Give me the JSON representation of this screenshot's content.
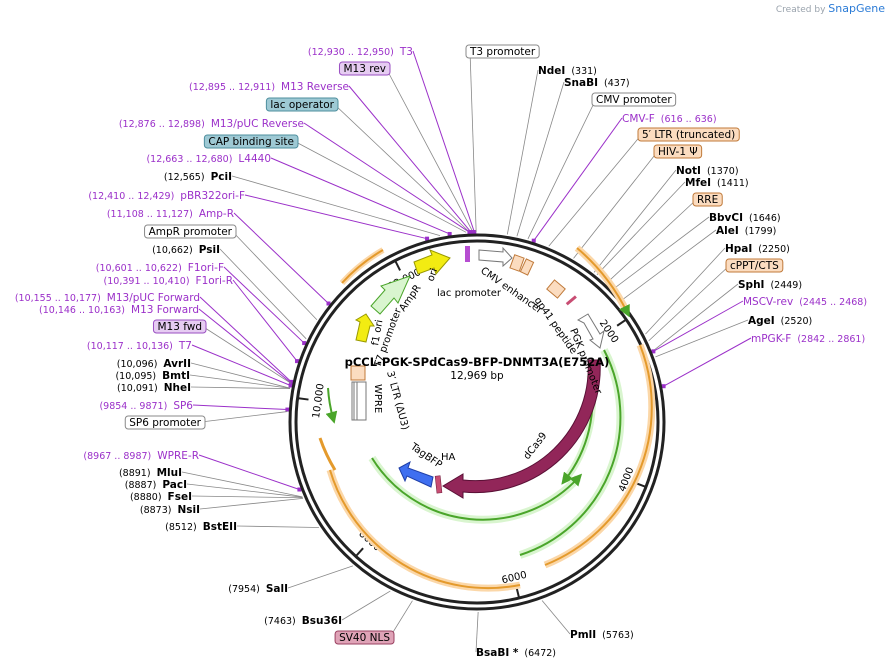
{
  "credit": {
    "prefix": "Created by",
    "brand": "SnapGene"
  },
  "plasmid": {
    "name": "pCCL-PGK-SPdCas9-BFP-DNMT3A(E752A)",
    "length_label": "12,969 bp",
    "length": 12969
  },
  "scale_ticks": [
    {
      "label": "2000",
      "pos": 2000
    },
    {
      "label": "4000",
      "pos": 4000
    },
    {
      "label": "6000",
      "pos": 6000
    },
    {
      "label": "8000",
      "pos": 8000
    },
    {
      "label": "10,000",
      "pos": 10000
    },
    {
      "label": "12,000",
      "pos": 12000
    }
  ],
  "labels": [
    {
      "id": "t3",
      "kind": "primer",
      "coord": "(12,930 .. 12,950)",
      "name": "T3",
      "pos": 12940
    },
    {
      "id": "m13rev",
      "kind": "feature",
      "name": "M13 rev",
      "fill": "#e6ccf2",
      "stroke": "#9a4fc2",
      "pos": 12925
    },
    {
      "id": "m13reverse",
      "kind": "primer",
      "coord": "(12,895 .. 12,911)",
      "name": "M13 Reverse",
      "pos": 12903
    },
    {
      "id": "lacop",
      "kind": "feature",
      "name": "lac operator",
      "fill": "#9ec9d4",
      "stroke": "#4e8f9e",
      "pos": 12888
    },
    {
      "id": "m13puc",
      "kind": "primer",
      "coord": "(12,876 .. 12,898)",
      "name": "M13/pUC Reverse",
      "pos": 12887
    },
    {
      "id": "cap",
      "kind": "feature",
      "name": "CAP binding site",
      "fill": "#9ec9d4",
      "stroke": "#4e8f9e",
      "pos": 12850
    },
    {
      "id": "l4440",
      "kind": "primer",
      "coord": "(12,663 .. 12,680)",
      "name": "L4440",
      "pos": 12671
    },
    {
      "id": "pcii",
      "kind": "enzyme",
      "coord": "(12,565)",
      "name": "PciI",
      "pos": 12565
    },
    {
      "id": "pbr",
      "kind": "primer",
      "coord": "(12,410 .. 12,429)",
      "name": "pBR322ori-F",
      "pos": 12420
    },
    {
      "id": "ampr",
      "kind": "primer",
      "coord": "(11,108 .. 11,127)",
      "name": "Amp-R",
      "pos": 11117
    },
    {
      "id": "amprprom",
      "kind": "feature",
      "name": "AmpR promoter",
      "fill": "#ffffff",
      "stroke": "#888888",
      "pos": 10900
    },
    {
      "id": "psii",
      "kind": "enzyme",
      "coord": "(10,662)",
      "name": "PsiI",
      "pos": 10662
    },
    {
      "id": "f1orif",
      "kind": "primer",
      "coord": "(10,601 .. 10,622)",
      "name": "F1ori-F",
      "pos": 10611
    },
    {
      "id": "f1orir",
      "kind": "primer",
      "coord": "(10,391 .. 10,410)",
      "name": "F1ori-R",
      "pos": 10400
    },
    {
      "id": "m13pucf",
      "kind": "primer",
      "coord": "(10,155 .. 10,177)",
      "name": "M13/pUC Forward",
      "pos": 10166
    },
    {
      "id": "m13f",
      "kind": "primer",
      "coord": "(10,146 .. 10,163)",
      "name": "M13 Forward",
      "pos": 10155
    },
    {
      "id": "m13fwd",
      "kind": "feature",
      "name": "M13 fwd",
      "fill": "#e6ccf2",
      "stroke": "#9a4fc2",
      "pos": 10150
    },
    {
      "id": "t7",
      "kind": "primer",
      "coord": "(10,117 .. 10,136)",
      "name": "T7",
      "pos": 10126
    },
    {
      "id": "avrii",
      "kind": "enzyme",
      "coord": "(10,096)",
      "name": "AvrII",
      "pos": 10096
    },
    {
      "id": "bmti",
      "kind": "enzyme",
      "coord": "(10,095)",
      "name": "BmtI",
      "pos": 10095
    },
    {
      "id": "nhei",
      "kind": "enzyme",
      "coord": "(10,091)",
      "name": "NheI",
      "pos": 10091
    },
    {
      "id": "sp6",
      "kind": "primer",
      "coord": "(9854 .. 9871)",
      "name": "SP6",
      "pos": 9862
    },
    {
      "id": "sp6prom",
      "kind": "feature",
      "name": "SP6 promoter",
      "fill": "#ffffff",
      "stroke": "#888888",
      "pos": 9840
    },
    {
      "id": "wprer",
      "kind": "primer",
      "coord": "(8967 .. 8987)",
      "name": "WPRE-R",
      "pos": 8977
    },
    {
      "id": "mlui",
      "kind": "enzyme",
      "coord": "(8891)",
      "name": "MluI",
      "pos": 8891
    },
    {
      "id": "paci",
      "kind": "enzyme",
      "coord": "(8887)",
      "name": "PacI",
      "pos": 8887
    },
    {
      "id": "fsei",
      "kind": "enzyme",
      "coord": "(8880)",
      "name": "FseI",
      "pos": 8880
    },
    {
      "id": "nsii",
      "kind": "enzyme",
      "coord": "(8873)",
      "name": "NsiI",
      "pos": 8873
    },
    {
      "id": "bsteii",
      "kind": "enzyme",
      "coord": "(8512)",
      "name": "BstEII",
      "pos": 8512
    },
    {
      "id": "sali",
      "kind": "enzyme",
      "coord": "(7954)",
      "name": "SalI",
      "pos": 7954
    },
    {
      "id": "bsu36i",
      "kind": "enzyme",
      "coord": "(7463)",
      "name": "Bsu36I",
      "pos": 7463
    },
    {
      "id": "sv40",
      "kind": "feature",
      "name": "SV40 NLS",
      "fill": "#dfa3b7",
      "stroke": "#9a4060",
      "pos": 7200
    },
    {
      "id": "bsabi",
      "kind": "enzyme",
      "coord": "(6472)",
      "name": "BsaBI *",
      "pos": 6472
    },
    {
      "id": "pmli",
      "kind": "enzyme",
      "coord": "(5763)",
      "name": "PmlI",
      "pos": 5763
    },
    {
      "id": "t3prom",
      "kind": "feature",
      "name": "T3 promoter",
      "fill": "#ffffff",
      "stroke": "#888888",
      "pos": 12960
    },
    {
      "id": "ndei",
      "kind": "enzyme",
      "coord": "(331)",
      "name": "NdeI",
      "pos": 331
    },
    {
      "id": "snabi",
      "kind": "enzyme",
      "coord": "(437)",
      "name": "SnaBI",
      "pos": 437
    },
    {
      "id": "cmvprom",
      "kind": "feature",
      "name": "CMV promoter",
      "fill": "#ffffff",
      "stroke": "#888888",
      "pos": 560
    },
    {
      "id": "cmvf",
      "kind": "primer",
      "coord": "(616 .. 636)",
      "name": "CMV-F",
      "pos": 626
    },
    {
      "id": "ltr5",
      "kind": "feature",
      "name": "5′ LTR (truncated)",
      "fill": "#fbdcc0",
      "stroke": "#c07a3a",
      "pos": 800
    },
    {
      "id": "hiv",
      "kind": "feature",
      "name": "HIV-1 Ψ",
      "fill": "#fbdcc0",
      "stroke": "#c07a3a",
      "pos": 1100
    },
    {
      "id": "noti",
      "kind": "enzyme",
      "coord": "(1370)",
      "name": "NotI",
      "pos": 1370
    },
    {
      "id": "mfei",
      "kind": "enzyme",
      "coord": "(1411)",
      "name": "MfeI",
      "pos": 1411
    },
    {
      "id": "rre",
      "kind": "feature",
      "name": "RRE",
      "fill": "#fbdcc0",
      "stroke": "#c07a3a",
      "pos": 1550
    },
    {
      "id": "bbvci",
      "kind": "enzyme",
      "coord": "(1646)",
      "name": "BbvCI",
      "pos": 1646
    },
    {
      "id": "alei",
      "kind": "enzyme",
      "coord": "(1799)",
      "name": "AleI",
      "pos": 1799
    },
    {
      "id": "hpai",
      "kind": "enzyme",
      "coord": "(2250)",
      "name": "HpaI",
      "pos": 2250
    },
    {
      "id": "cppt",
      "kind": "feature",
      "name": "cPPT/CTS",
      "fill": "#fbdcc0",
      "stroke": "#c07a3a",
      "pos": 2330
    },
    {
      "id": "sphi",
      "kind": "enzyme",
      "coord": "(2449)",
      "name": "SphI",
      "pos": 2449
    },
    {
      "id": "msvc",
      "kind": "primer",
      "coord": "(2445 .. 2468)",
      "name": "MSCV-rev",
      "pos": 2456
    },
    {
      "id": "agei",
      "kind": "enzyme",
      "coord": "(2520)",
      "name": "AgeI",
      "pos": 2520
    },
    {
      "id": "mpgk",
      "kind": "primer",
      "coord": "(2842 .. 2861)",
      "name": "mPGK-F",
      "pos": 2851
    }
  ],
  "inner_labels": [
    {
      "id": "ori",
      "text": "ori"
    },
    {
      "id": "lacprom",
      "text": "lac promoter"
    },
    {
      "id": "cmvenh",
      "text": "CMV enhancer"
    },
    {
      "id": "gp41",
      "text": "gp41 peptide"
    },
    {
      "id": "pgkprom",
      "text": "PGK promoter"
    },
    {
      "id": "dcas9",
      "text": "dCas9"
    },
    {
      "id": "ha",
      "text": "HA"
    },
    {
      "id": "tagbfp",
      "text": "TagBFP"
    },
    {
      "id": "wpre",
      "text": "WPRE"
    },
    {
      "id": "ltr3",
      "text": "3′ LTR (ΔU3)"
    },
    {
      "id": "f1ori",
      "text": "f1 ori"
    },
    {
      "id": "ampr_in",
      "text": "AmpR"
    },
    {
      "id": "t7prom",
      "text": "T7 promoter"
    }
  ],
  "colors": {
    "enzyme": "#000000",
    "primer": "#9b30c9",
    "ring": "#222222",
    "orange": "#e49a2c",
    "green": "#4aa52a",
    "maroon": "#922659",
    "blue": "#3f6ff0",
    "yellow": "#f2ec12",
    "lightgreen": "#d9f5cf"
  }
}
